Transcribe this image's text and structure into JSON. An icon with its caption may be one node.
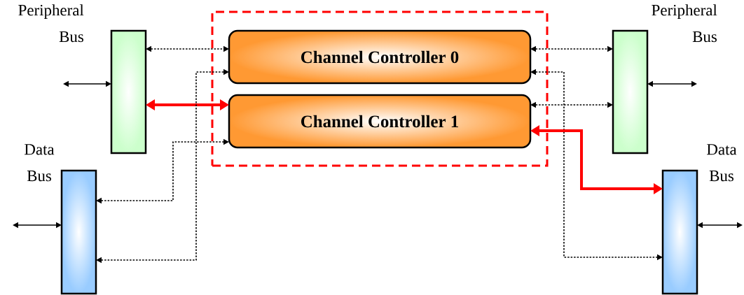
{
  "diagram": {
    "nodes": [
      {
        "text": [
          "Peripheral Bus"
        ]
      },
      {
        "text": [],
        "shape": "box"
      },
      {
        "text": [
          "Channel Controller 0"
        ],
        "in": 1
      },
      {
        "text": [
          "Channel Controller 1"
        ],
        "in": 1
      },
      {
        "text": [
          "Peripheral Bus"
        ]
      },
      {
        "text": [
          "Data Bus"
        ]
      },
      {
        "text": [
          "Data Bus"
        ]
      }
    ],
    "edges": [
      {
        "from": 0,
        "to": 2,
        "arrow": "both",
        "style": "dashed"
      },
      {
        "from": null,
        "to": 0,
        "arrow": "both"
      },
      {
        "from": 0,
        "to": 3,
        "arrow": "both",
        "style": "thick",
        "color": "#ff0000"
      },
      {
        "from": 5,
        "to": 3,
        "arrow": "both",
        "style": "dashed"
      },
      {
        "from": 5,
        "to": 2,
        "arrow": "both",
        "style": "dashed"
      },
      {
        "from": null,
        "to": 5,
        "arrow": "both"
      },
      {
        "from": 2,
        "to": 4,
        "arrow": "both",
        "style": "dashed"
      },
      {
        "from": 2,
        "to": 6,
        "arrow": "both",
        "style": "dashed"
      },
      {
        "from": 3,
        "to": 4,
        "arrow": "both",
        "style": "dashed"
      },
      {
        "from": 3,
        "to": 6,
        "arrow": "both",
        "style": "thick",
        "color": "#ff0000"
      },
      {
        "from": 4,
        "to": null,
        "arrow": "both"
      },
      {
        "from": 6,
        "to": null,
        "arrow": "both"
      }
    ]
  }
}
